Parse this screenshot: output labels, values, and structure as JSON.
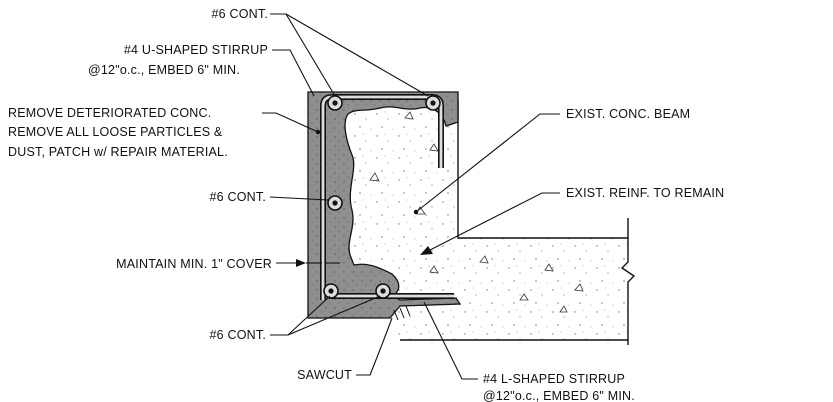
{
  "labels": {
    "top_cont": "#6 CONT.",
    "u_stirrup_1": "#4 U-SHAPED STIRRUP",
    "u_stirrup_2": "@12\"o.c., EMBED 6\" MIN.",
    "remove_1": "REMOVE DETERIORATED CONC.",
    "remove_2": "REMOVE ALL LOOSE PARTICLES &",
    "remove_3": "DUST, PATCH w/ REPAIR MATERIAL.",
    "mid_cont": "#6 CONT.",
    "cover": "MAINTAIN MIN. 1\" COVER",
    "bottom_cont": "#6 CONT.",
    "sawcut": "SAWCUT",
    "l_stirrup_1": "#4 L-SHAPED STIRRUP",
    "l_stirrup_2": "@12\"o.c., EMBED 6\" MIN.",
    "exist_beam": "EXIST. CONC. BEAM",
    "exist_reinf": "EXIST. REINF. TO REMAIN"
  },
  "colors": {
    "repair_fill": "#8f8f8f",
    "concrete_fill": "#ffffff",
    "line": "#111111"
  }
}
